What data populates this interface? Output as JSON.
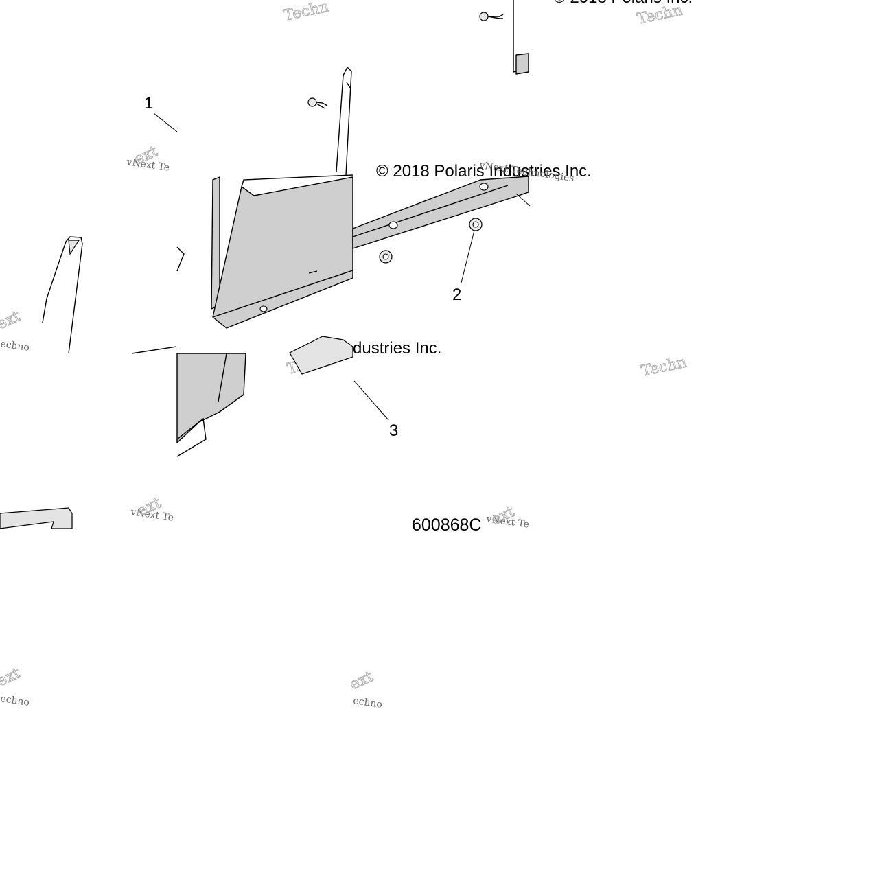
{
  "diagram": {
    "callouts": [
      {
        "id": "1",
        "label": "1"
      },
      {
        "id": "2",
        "label": "2"
      },
      {
        "id": "3",
        "label": "3"
      }
    ],
    "copyright_fragments": [
      "© 2018 Polaris Inc.",
      "© 2018 Polaris Industries Inc.",
      "dustries Inc."
    ],
    "figure_numbers": [
      "600868C",
      "600868C"
    ],
    "watermarks": {
      "brand": "vNext Technologies",
      "small": "vNext Te",
      "fragment_tech": "Techn",
      "fragment_ext": "ext",
      "fragment_logies": "ologies",
      "fragment_chno": "echno"
    },
    "colors": {
      "part_fill": "#cfcfcf",
      "line": "#000000",
      "watermark": "#b5b5b5",
      "background": "#ffffff"
    }
  }
}
